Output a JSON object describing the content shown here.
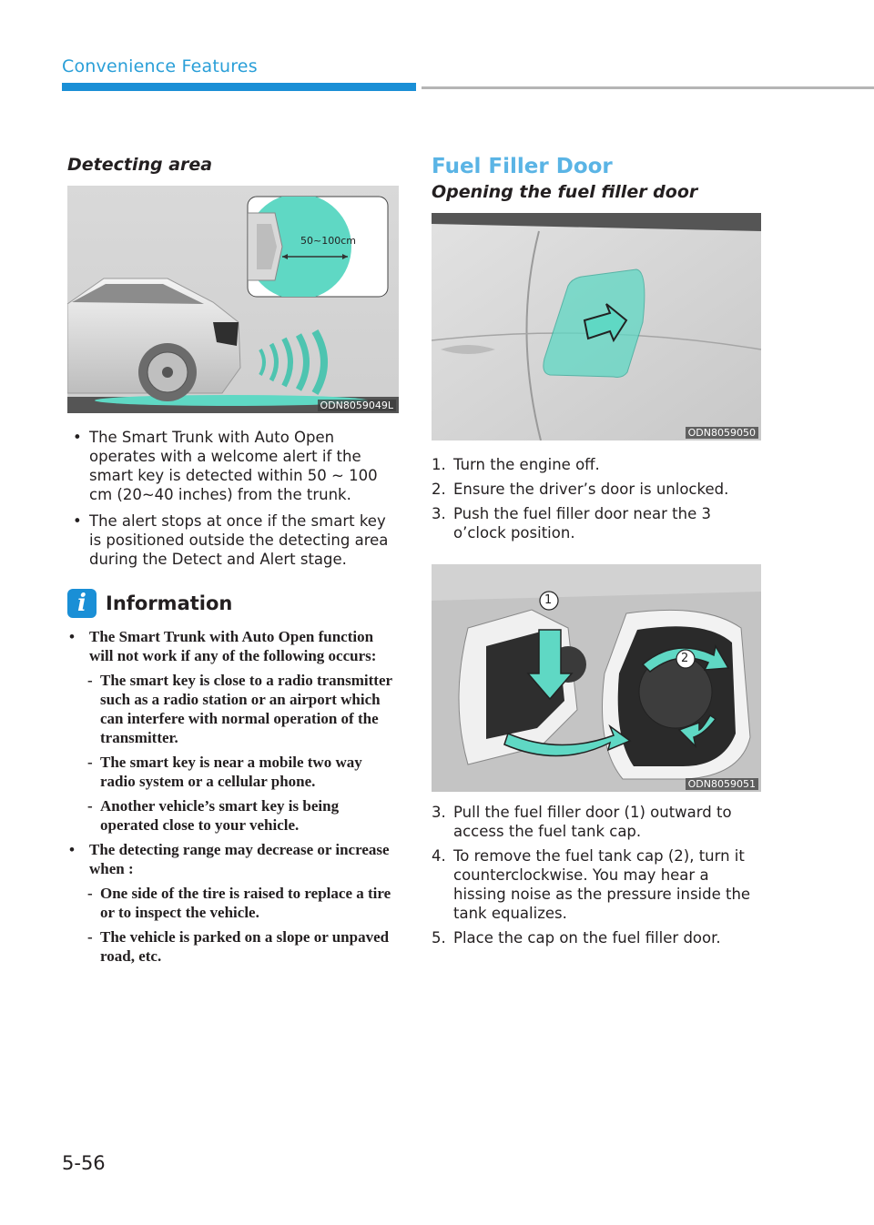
{
  "header": {
    "title": "Convenience Features"
  },
  "left": {
    "heading": "Detecting area",
    "figure1": {
      "code": "ODN8059049L",
      "range_label": "50~100cm"
    },
    "bullets": [
      "The Smart Trunk with Auto Open operates with a welcome alert if the smart key is detected within 50 ~ 100 cm (20~40 inches) from the trunk.",
      "The alert stops at once if the smart key is positioned outside the detecting area during the Detect and Alert stage."
    ],
    "info": {
      "icon": "info-icon",
      "title": "Information",
      "b1": "The Smart Trunk with Auto Open function will not work if any of the following occurs:",
      "b1_subs": [
        "The smart key is close to a radio transmitter such as a radio station or an airport which can interfere with normal operation of the transmitter.",
        "The smart key is near a mobile two way radio system or a cellular phone.",
        "Another vehicle’s smart key is being operated close to your vehicle."
      ],
      "b2": "The detecting range may decrease or increase when :",
      "b2_subs": [
        "One side of the tire is raised to replace a tire or to inspect the vehicle.",
        "The vehicle is parked on a slope or unpaved road, etc."
      ]
    }
  },
  "right": {
    "section_title": "Fuel Filler Door",
    "subheading": "Opening the fuel filler door",
    "figure2": {
      "code": "ODN8059050"
    },
    "steps1": [
      {
        "num": "1.",
        "text": "Turn the engine off."
      },
      {
        "num": "2.",
        "text": "Ensure the driver’s door is unlocked."
      },
      {
        "num": "3.",
        "text": "Push the fuel filler door near the 3 o’clock position."
      }
    ],
    "figure3": {
      "code": "ODN8059051",
      "callout1": "1",
      "callout2": "2"
    },
    "steps2": [
      {
        "num": "3.",
        "text": "Pull the fuel filler door (1) outward to access the fuel tank cap."
      },
      {
        "num": "4.",
        "text": "To remove the fuel tank cap (2), turn it counterclockwise. You may hear a hissing noise as the pressure inside the tank equalizes."
      },
      {
        "num": "5.",
        "text": "Place the cap on the fuel filler door."
      }
    ]
  },
  "footer": {
    "page_number": "5-56"
  },
  "colors": {
    "accent_blue": "#1a8fd6",
    "section_blue": "#5ab4e5",
    "teal_zone": "#5fd8c4"
  }
}
